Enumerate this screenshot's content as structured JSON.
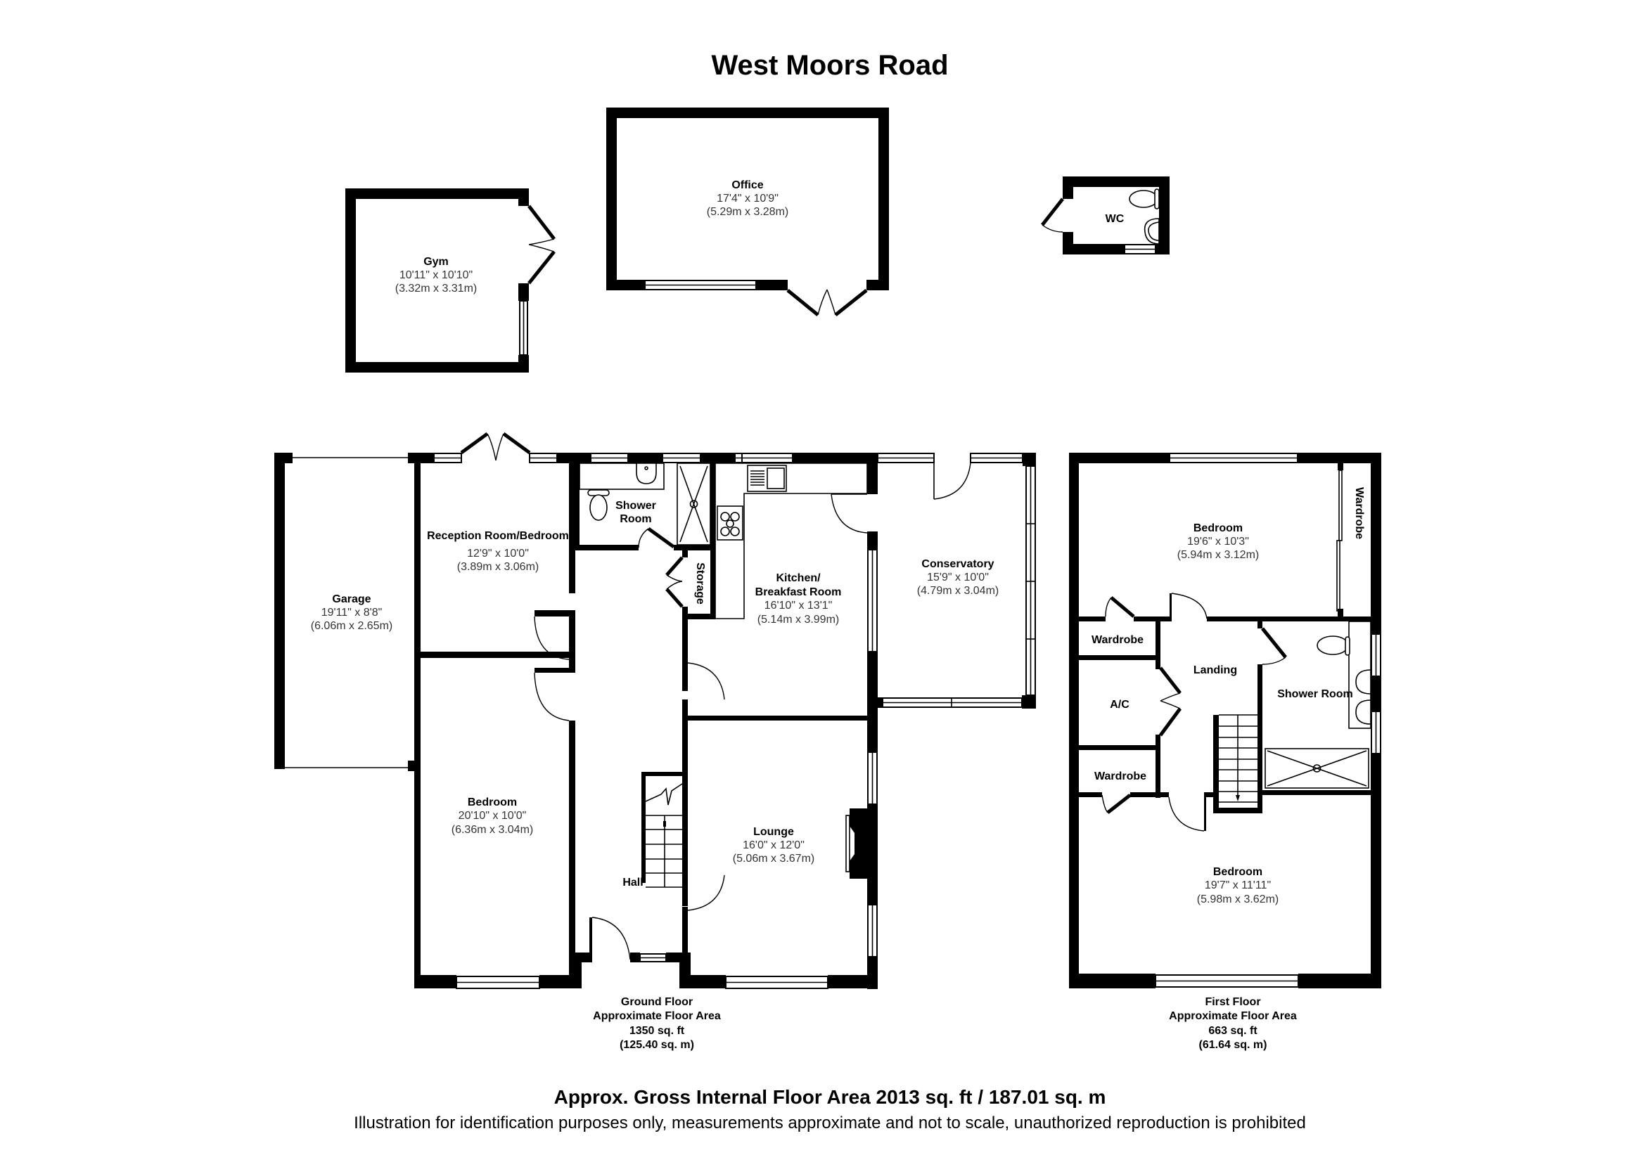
{
  "title": "West Moors Road",
  "outbuildings": {
    "gym": {
      "name": "Gym",
      "imperial": "10'11\" x 10'10\"",
      "metric": "(3.32m x 3.31m)"
    },
    "office": {
      "name": "Office",
      "imperial": "17'4\" x 10'9\"",
      "metric": "(5.29m x 3.28m)"
    },
    "wc": {
      "name": "WC"
    }
  },
  "ground_floor": {
    "rooms": {
      "garage": {
        "name": "Garage",
        "imperial": "19'11\" x 8'8\"",
        "metric": "(6.06m x 2.65m)"
      },
      "reception": {
        "name": "Reception Room/Bedroom",
        "imperial": "12'9\" x 10'0\"",
        "metric": "(3.89m x 3.06m)"
      },
      "shower_room": {
        "name_line1": "Shower",
        "name_line2": "Room"
      },
      "storage": {
        "name": "Storage"
      },
      "kitchen": {
        "name_line1": "Kitchen/",
        "name_line2": "Breakfast Room",
        "imperial": "16'10\" x 13'1\"",
        "metric": "(5.14m x 3.99m)"
      },
      "conservatory": {
        "name": "Conservatory",
        "imperial": "15'9\" x 10'0\"",
        "metric": "(4.79m x 3.04m)"
      },
      "bedroom": {
        "name": "Bedroom",
        "imperial": "20'10\" x 10'0\"",
        "metric": "(6.36m x 3.04m)"
      },
      "hall": {
        "name": "Hall"
      },
      "lounge": {
        "name": "Lounge",
        "imperial": "16'0\" x 12'0\"",
        "metric": "(5.06m x 3.67m)"
      }
    },
    "caption": {
      "floor": "Ground Floor",
      "label": "Approximate Floor Area",
      "sqft": "1350 sq. ft",
      "sqm": "(125.40 sq. m)"
    }
  },
  "first_floor": {
    "rooms": {
      "bedroom_front": {
        "name": "Bedroom",
        "imperial": "19'6\" x 10'3\"",
        "metric": "(5.94m x 3.12m)"
      },
      "wardrobe_built_in": {
        "name": "Wardrobe"
      },
      "wardrobe_1": {
        "name": "Wardrobe"
      },
      "landing": {
        "name": "Landing"
      },
      "ac": {
        "name": "A/C"
      },
      "shower_room": {
        "name": "Shower Room"
      },
      "wardrobe_2": {
        "name": "Wardrobe"
      },
      "bedroom_rear": {
        "name": "Bedroom",
        "imperial": "19'7\" x 11'11\"",
        "metric": "(5.98m x 3.62m)"
      }
    },
    "caption": {
      "floor": "First Floor",
      "label": "Approximate Floor Area",
      "sqft": "663 sq. ft",
      "sqm": "(61.64 sq. m)"
    }
  },
  "footer": {
    "gross_area": "Approx. Gross Internal Floor Area 2013 sq. ft / 187.01 sq. m",
    "disclaimer": "Illustration for identification purposes only, measurements approximate and not to scale, unauthorized reproduction is prohibited"
  },
  "colors": {
    "wall": "#000000",
    "background": "#ffffff",
    "dimension_text": "#333333"
  }
}
